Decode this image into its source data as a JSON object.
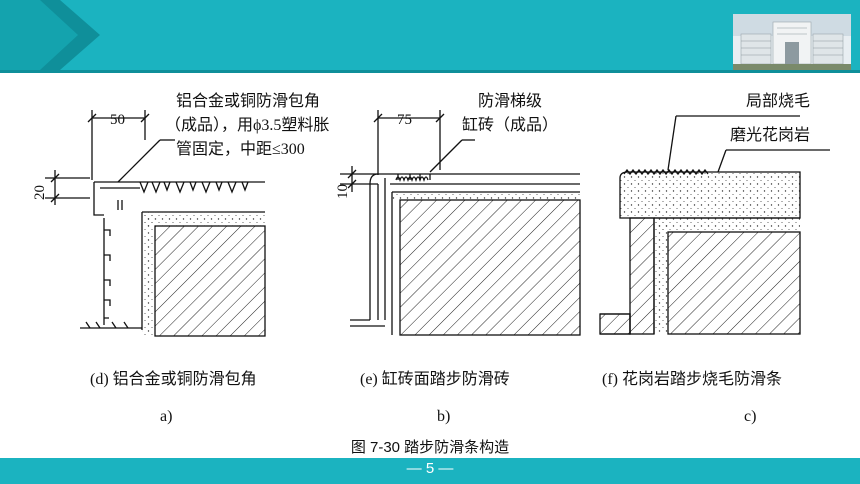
{
  "slide": {
    "figure_title": "图 7-30 踏步防滑条构造",
    "page_number": "— 5 —"
  },
  "colors": {
    "header_teal": "#1bb3c0",
    "header_dark": "#0f8f9a",
    "footer_teal": "#1bb3c0"
  },
  "panel_d": {
    "dim_width": "50",
    "dim_height": "20",
    "label_lines": [
      "铝合金或铜防滑包角",
      "（成品），用ϕ3.5塑料胀",
      "管固定，中距≤300"
    ],
    "caption": "(d) 铝合金或铜防滑包角",
    "letter": "a)"
  },
  "panel_e": {
    "dim_width": "75",
    "dim_height": "10",
    "label_lines": [
      "防滑梯级",
      "缸砖（成品）"
    ],
    "caption": "(e) 缸砖面踏步防滑砖",
    "letter": "b)"
  },
  "panel_f": {
    "label_top": "局部烧毛",
    "label_bottom": "磨光花岗岩",
    "caption": "(f) 花岗岩踏步烧毛防滑条",
    "letter": "c)"
  }
}
